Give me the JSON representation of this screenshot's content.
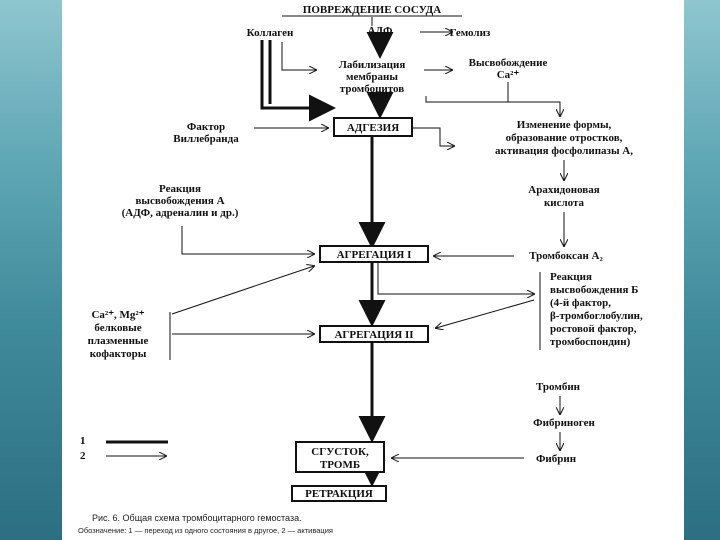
{
  "title": "ПОВРЕЖДЕНИЕ СОСУДА",
  "nodes": {
    "kollagen": "Коллаген",
    "adf": "АДФ",
    "gemoliz": "Гемолиз",
    "labilization": [
      "Лабилизация",
      "мембраны",
      "тромбоцитов"
    ],
    "calcium_release": [
      "Высвобождение",
      "Ca²⁺"
    ],
    "willebrand": [
      "Фактор",
      "Виллебранда"
    ],
    "adhesion": "АДГЕЗИЯ",
    "shape_change": [
      "Изменение формы,",
      "образование отростков,",
      "активация фосфолипазы А,"
    ],
    "reaction_a": [
      "Реакция",
      "высвобождения А",
      "(АДФ, адреналин и др.)"
    ],
    "arachidonic": [
      "Арахидоновая",
      "кислота"
    ],
    "aggregation1": "АГРЕГАЦИЯ I",
    "thromboxane": "Тромбоксан A₂",
    "reaction_b": [
      "Реакция",
      "высвобождения Б",
      "(4-й фактор,",
      "β-тромбоглобулин,",
      "ростовой фактор,",
      "тромбоспондин)"
    ],
    "cofactors": [
      "Ca²⁺, Mg²⁺",
      "белковые",
      "плазменные",
      "кофакторы"
    ],
    "aggregation2": "АГРЕГАЦИЯ II",
    "thrombin": "Тромбин",
    "fibrinogen": "Фибриноген",
    "clot": [
      "СГУСТОК,",
      "ТРОМБ"
    ],
    "fibrin": "Фибрин",
    "retraction": "РЕТРАКЦИЯ"
  },
  "legend": {
    "one": "1",
    "two": "2"
  },
  "caption": "Рис. 6. Общая схема тромбоцитарного гемостаза.",
  "note": "Обозначение: 1 — переход из одного состояния в другое, 2 — активация",
  "colors": {
    "page": "#ffffff",
    "ink": "#111111",
    "background": "#4a95a5"
  }
}
